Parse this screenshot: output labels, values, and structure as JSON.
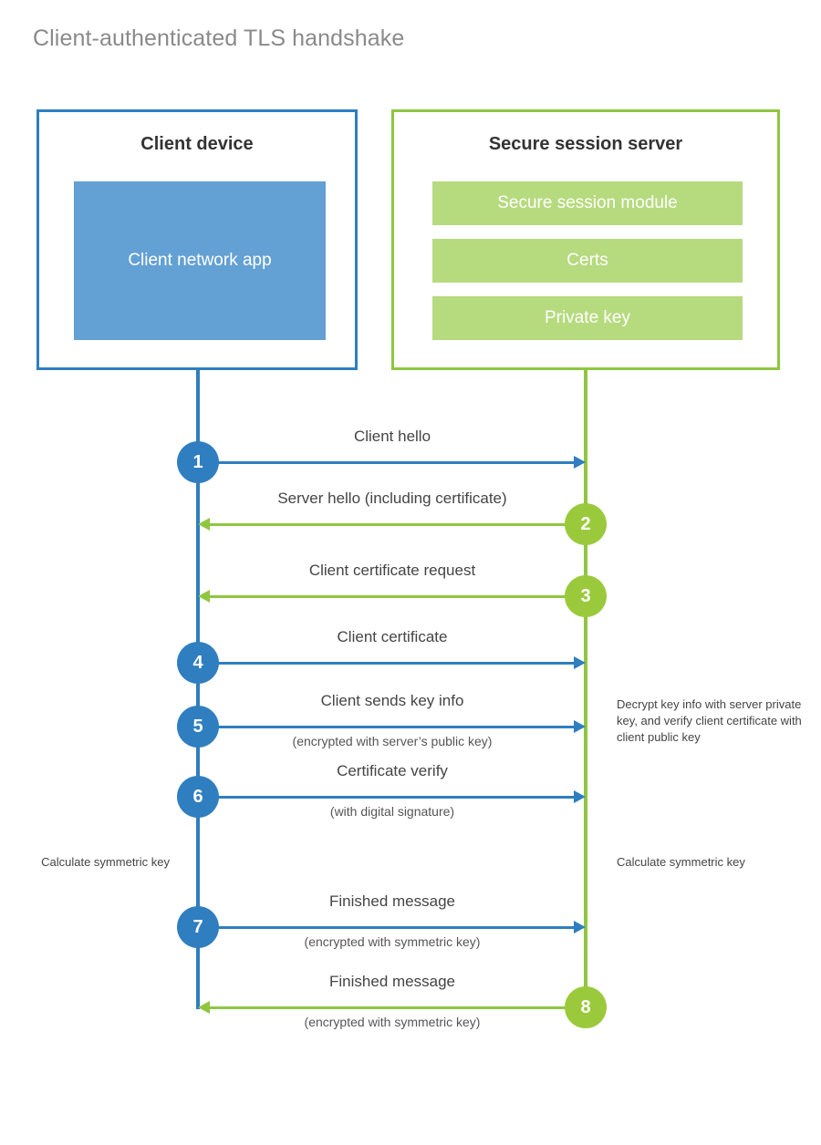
{
  "title": "Client-authenticated TLS handshake",
  "colors": {
    "client_blue": "#2f7ec0",
    "client_app_fill": "#63a0d4",
    "server_green": "#8fc640",
    "server_bar_fill": "#b6da7e",
    "badge_green": "#9aca3c",
    "title_gray": "#8a8a8a",
    "background": "#ffffff"
  },
  "parties": {
    "client": {
      "title": "Client device",
      "components": [
        "Client network app"
      ]
    },
    "server": {
      "title": "Secure session server",
      "components": [
        "Secure session module",
        "Certs",
        "Private key"
      ]
    }
  },
  "steps": [
    {
      "number": "1",
      "label": "Client hello",
      "sub": "",
      "direction": "client-to-server",
      "color": "blue"
    },
    {
      "number": "2",
      "label": "Server hello (including certificate)",
      "sub": "",
      "direction": "server-to-client",
      "color": "green"
    },
    {
      "number": "3",
      "label": "Client certificate request",
      "sub": "",
      "direction": "server-to-client",
      "color": "green"
    },
    {
      "number": "4",
      "label": "Client certificate",
      "sub": "",
      "direction": "client-to-server",
      "color": "blue"
    },
    {
      "number": "5",
      "label": "Client sends key info",
      "sub": "(encrypted with server’s public key)",
      "direction": "client-to-server",
      "color": "blue"
    },
    {
      "number": "6",
      "label": "Certificate verify",
      "sub": "(with digital signature)",
      "direction": "client-to-server",
      "color": "blue"
    },
    {
      "number": "7",
      "label": "Finished message",
      "sub": "(encrypted with symmetric key)",
      "direction": "client-to-server",
      "color": "blue"
    },
    {
      "number": "8",
      "label": "Finished message",
      "sub": "(encrypted with symmetric key)",
      "direction": "server-to-client",
      "color": "green"
    }
  ],
  "notes": {
    "server_decrypt": "Decrypt key info with server private key, and verify client certificate with client public key",
    "client_calculate": "Calculate symmetric key",
    "server_calculate": "Calculate symmetric key"
  }
}
